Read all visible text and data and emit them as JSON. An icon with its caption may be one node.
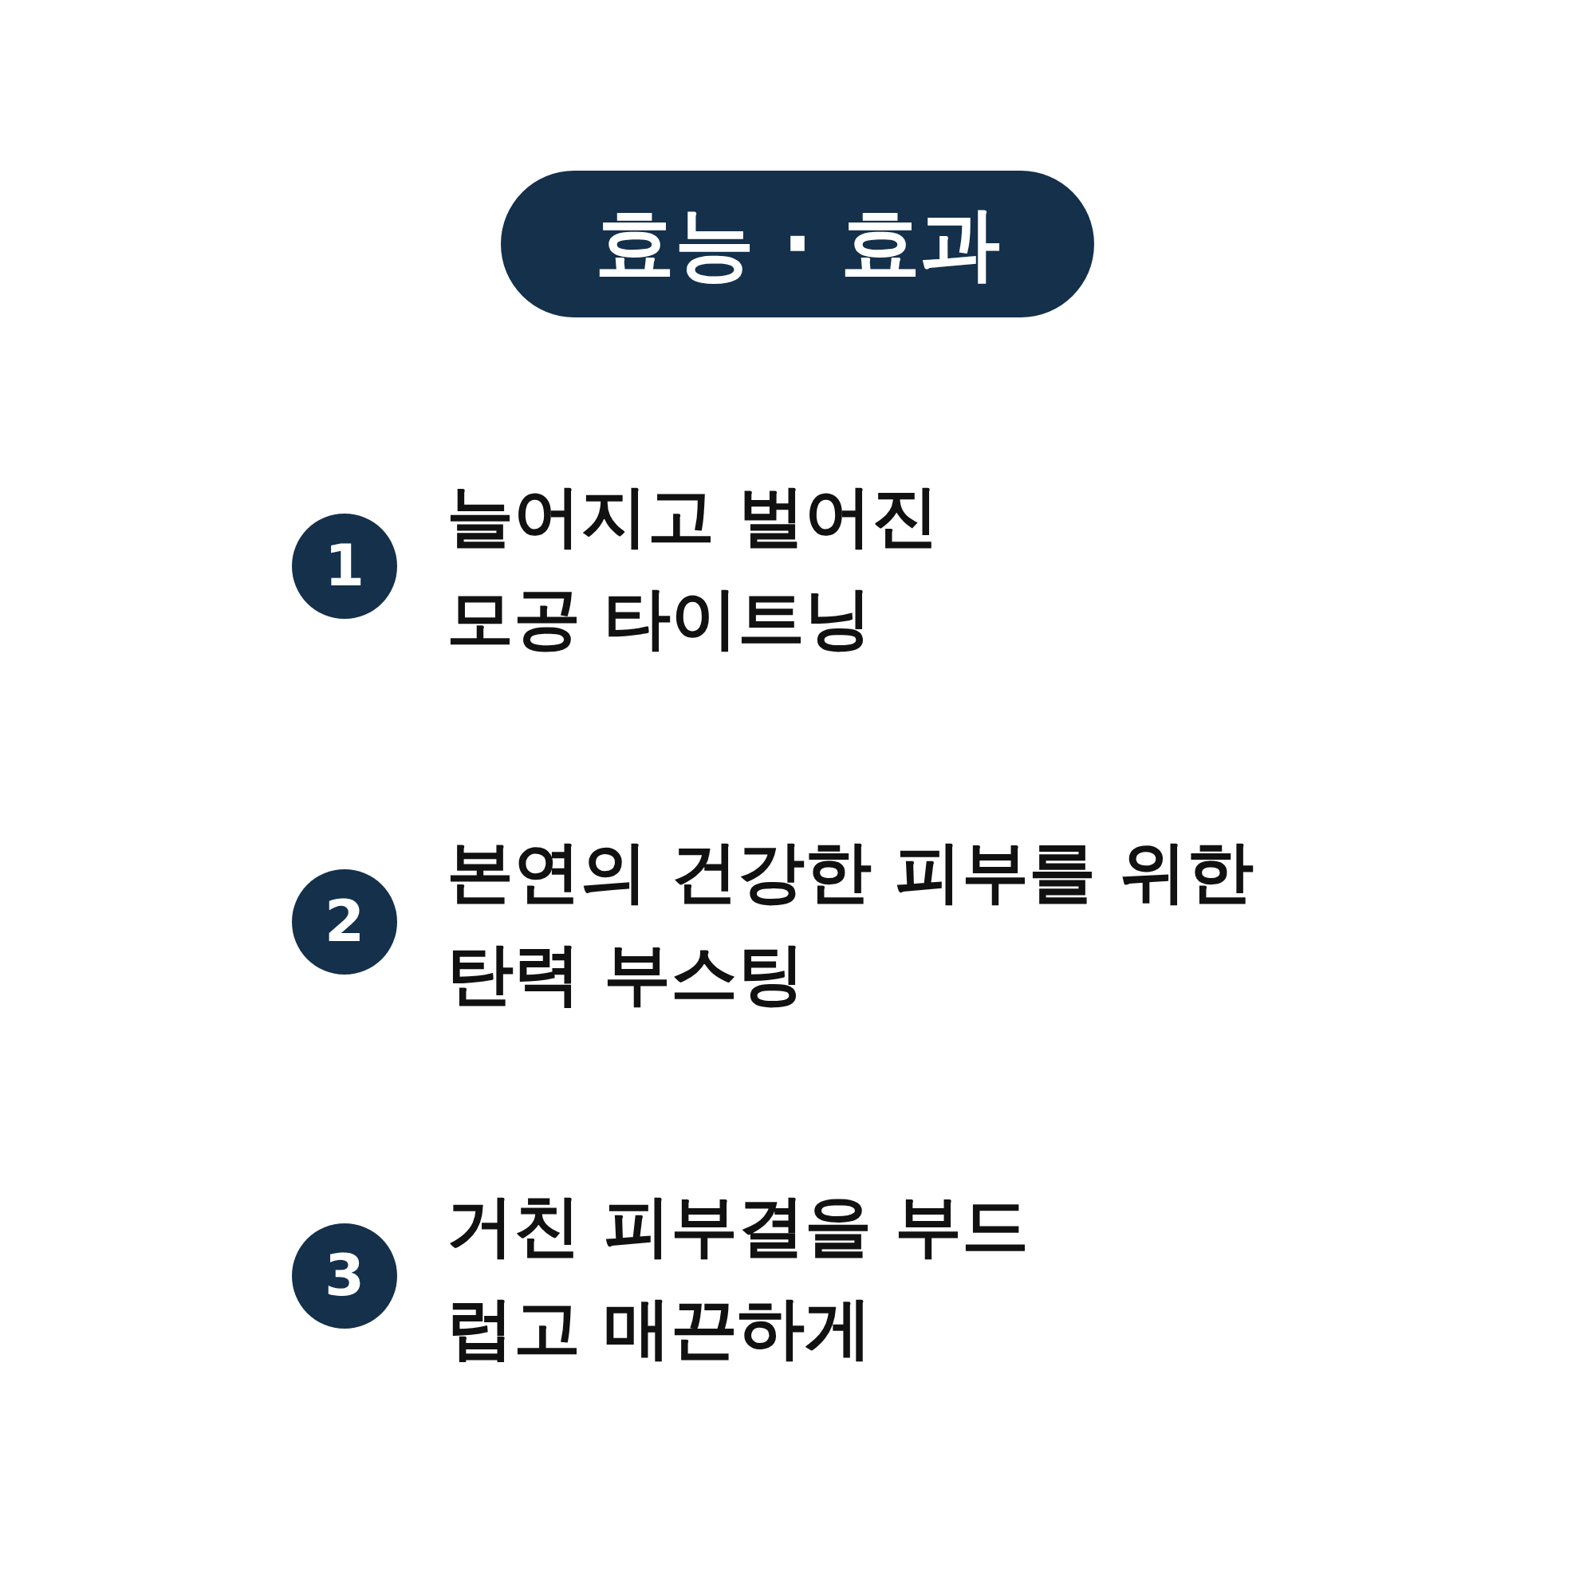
{
  "diagram": {
    "title": "효능 · 효과",
    "nodes": [
      {
        "text": [
          "1"
        ],
        "beside": [
          "늘어지고 벌어진 모공 타이트닝"
        ]
      },
      {
        "text": [
          "2"
        ],
        "beside": [
          "본연의 건강한 피부를 위한 탄력 부스팅"
        ]
      },
      {
        "text": [
          "3"
        ],
        "beside": [
          "거친 피부결을 부드럽고 매끈하게"
        ]
      }
    ]
  }
}
